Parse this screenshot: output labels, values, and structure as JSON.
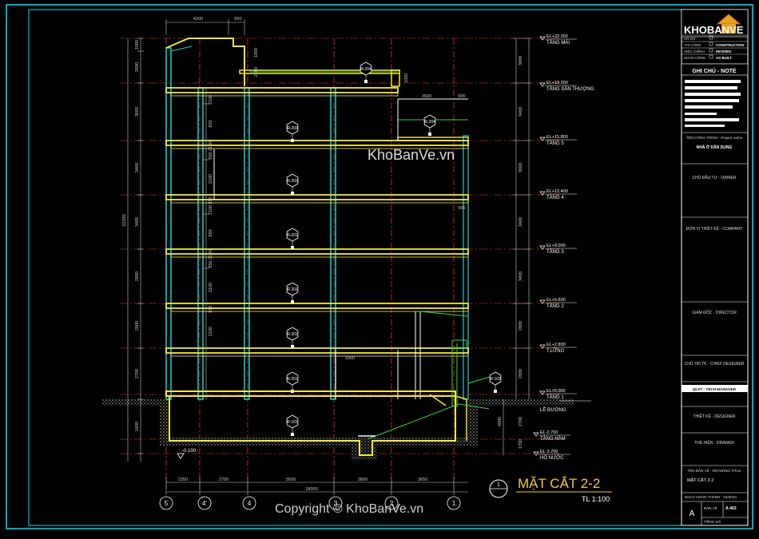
{
  "drawing": {
    "title": "MẶT CẮT 2-2",
    "scale": "TL 1:100",
    "section_marker": "1",
    "watermark": "KhoBanVe.vn",
    "copyright": "Copyright © KhoBanVe.vn"
  },
  "dimensions_top": [
    "4200",
    "850"
  ],
  "dimensions_left_total": "22200",
  "dimensions_left": [
    "1000",
    "2600",
    "3600",
    "3400",
    "3400",
    "2800",
    "2800",
    "2700",
    "1600"
  ],
  "dimensions_left_inner": [
    "2100",
    "850",
    "2100",
    "850",
    "2100",
    "850",
    "2100",
    "850",
    "2100",
    "850",
    "2100",
    "850",
    "2100"
  ],
  "dimensions_right": [
    "3000",
    "3400",
    "3600",
    "3400",
    "3400",
    "2800",
    "2800",
    "4000",
    "2700",
    "1700"
  ],
  "dimensions_bottom": [
    "2350",
    "2700",
    "5500",
    "3800",
    "3650"
  ],
  "dimension_bottom_total": "18000",
  "dimension_misc": [
    "2100",
    "1000",
    "3500",
    "900",
    "900",
    "1900",
    "1000"
  ],
  "levels": [
    {
      "el": "EL+22.200",
      "name": "TẦNG MÁI"
    },
    {
      "el": "EL+19.200",
      "name": "TẦNG SÂN THƯỢNG"
    },
    {
      "el": "EL+15.800",
      "name": "TẦNG 5"
    },
    {
      "el": "EL+12.400",
      "name": "TẦNG 4"
    },
    {
      "el": "EL+9.000",
      "name": "TẦNG 3"
    },
    {
      "el": "EL+5.600",
      "name": "TẦNG 2"
    },
    {
      "el": "EL+2.800",
      "name": "T.LỬNG"
    },
    {
      "el": "EL±0.000",
      "name": "TẦNG 1"
    },
    {
      "el": "",
      "name": "LỀ ĐƯỜNG"
    },
    {
      "el": "EL-2.700",
      "name": "TẦNG HẦM"
    },
    {
      "el": "EL-3.700",
      "name": "HỐ NƯỚC"
    }
  ],
  "base_level": "-0.100",
  "rooms": [
    "R-204",
    "R-204",
    "R-203",
    "R-203",
    "R-201",
    "R-201",
    "R-201",
    "R-201",
    "R-101",
    "R-102"
  ],
  "grid_axes": [
    "5",
    "4'",
    "4",
    "3",
    "2",
    "1"
  ],
  "title_block": {
    "logo_text": "KHOBANVE",
    "rows": [
      {
        "label": "HỒ SƠ",
        "value": ""
      },
      {
        "label": "THI CÔNG",
        "value": "CONSTRUCTION"
      },
      {
        "label": "HIỆU CHỈNH",
        "value": "REVISED"
      },
      {
        "label": "HOÀN CÔNG",
        "value": "AS BUILT"
      }
    ],
    "note_header": "GHI CHÚ - NOTE",
    "project_label": "TÊN CÔNG TRÌNH - Project name",
    "project_value": "NHÀ Ở DÂN DỤNG",
    "owner": "CHỦ ĐẦU TƯ - OWNER",
    "company": "ĐƠN VỊ THIẾT KẾ - COMPANY",
    "director": "GIÁM ĐỐC - DIRECTOR",
    "chief": "CHỦ TRÌ TK - CHIEF DESIGNER",
    "manager": "QLKT - TECH MANAGER",
    "designer": "THIẾT KẾ - DESIGNER",
    "drawer": "THỂ HIỆN - DRAWER",
    "drawing_title_label": "TÊN BẢN VẼ - DRAWING TITLE",
    "drawing_title_value": "MẶT CẮT 2-2",
    "date": "NGÀY HOÀN THÀNH : 03/2024",
    "size": "A",
    "sheet_label": "BẢN VẼ",
    "sheet_value": "A-402",
    "total_label": "TỔNG SỐ"
  },
  "colors": {
    "background": "#000000",
    "frame": "#00e5ff",
    "slab": "#f5e642",
    "wall": "#ffffff",
    "column": "#19d3d3",
    "grid": "#ff3b3b",
    "dim": "#c8c8c8",
    "green": "#33dd33"
  }
}
